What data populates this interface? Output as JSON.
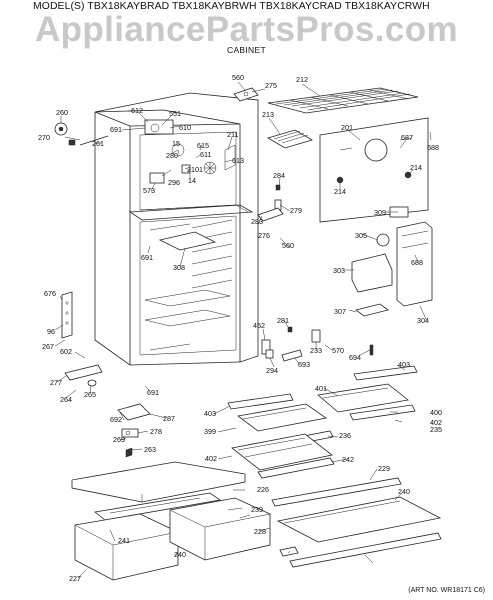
{
  "header": {
    "models": "MODEL(S) TBX18KAYBRAD  TBX18KAYBRWH  TBX18KAYCRAD  TBX18KAYCRWH"
  },
  "watermark": "AppliancePartsPros.com",
  "subtitle": "CABINET",
  "art_number": "(ART NO. WR18171 C6)",
  "callouts": [
    "560",
    "275",
    "212",
    "260",
    "612",
    "551",
    "610",
    "270",
    "261",
    "691",
    "15",
    "615",
    "211",
    "280",
    "611",
    "613",
    "2101",
    "296",
    "14",
    "573",
    "213",
    "201",
    "687",
    "688",
    "284",
    "214",
    "214",
    "279",
    "283",
    "276",
    "560",
    "309",
    "691",
    "308",
    "305",
    "303",
    "688",
    "676",
    "96",
    "267",
    "281",
    "452",
    "233",
    "570",
    "602",
    "294",
    "693",
    "307",
    "304",
    "694",
    "277",
    "265",
    "264",
    "691",
    "287",
    "401",
    "403",
    "692",
    "278",
    "269",
    "263",
    "403",
    "400",
    "399",
    "402",
    "236",
    "402",
    "235",
    "242",
    "226",
    "229",
    "240",
    "239",
    "241",
    "240",
    "228",
    "227"
  ]
}
